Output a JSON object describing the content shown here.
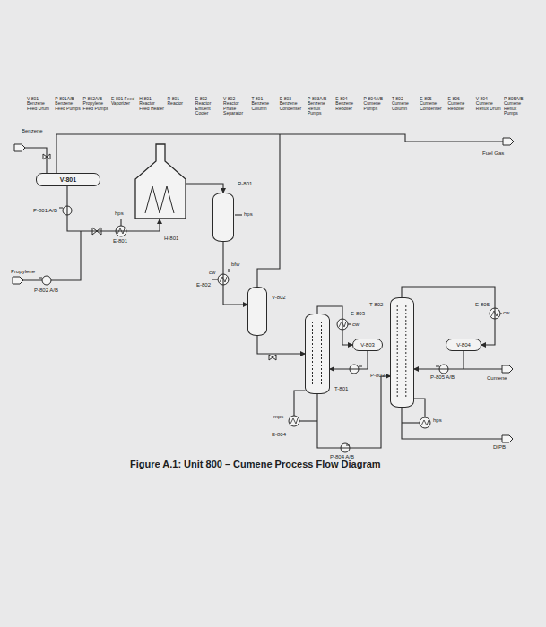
{
  "diagram": {
    "caption": "Figure A.1: Unit 800 – Cumene Process Flow Diagram",
    "nodes": [
      {
        "text": [
          "V-801"
        ]
      },
      {
        "text": [
          "H-801"
        ]
      },
      {
        "text": [
          "R-801"
        ]
      },
      {
        "text": [
          "V-802"
        ]
      },
      {
        "text": [
          "T-801"
        ]
      },
      {
        "text": [
          "V-803"
        ]
      },
      {
        "text": [
          "T-802"
        ]
      },
      {
        "text": [
          "V-804"
        ]
      }
    ],
    "edges": [
      {
        "from": 0,
        "to": 1,
        "arrow": "to"
      },
      {
        "from": 1,
        "to": 2,
        "arrow": "to"
      },
      {
        "from": 2,
        "to": 3,
        "arrow": "to"
      },
      {
        "from": 3,
        "to": 4,
        "arrow": "to"
      },
      {
        "from": 4,
        "to": 5,
        "arrow": "to"
      },
      {
        "from": 5,
        "to": 4,
        "arrow": "to"
      },
      {
        "from": 4,
        "to": 6,
        "arrow": "to"
      },
      {
        "from": 6,
        "to": 7,
        "arrow": "to"
      },
      {
        "from": 7,
        "to": 6,
        "arrow": "to"
      }
    ],
    "labels": [
      "V-801 Benzene Feed Drum",
      "P-801A/B Benzene Feed Pumps",
      "P-802A/B Propylene Feed Pumps",
      "E-801 Feed Vaporizer",
      "H-801 Reactor Feed Heater",
      "R-801 Reactor",
      "E-802 Reactor Effluent Cooler",
      "V-802 Reactor Phase Separator",
      "T-801 Benzene Column",
      "E-803 Benzene Condenser",
      "P-803A/B Benzene Reflux Pumps",
      "E-804 Benzene Reboiler",
      "P-804A/B Cumene Pumps",
      "T-802 Cumene Column",
      "E-805 Cumene Condenser",
      "E-806 Cumene Reboiler",
      "V-804 Cumene Reflux Drum",
      "P-805A/B Cumene Reflux Pumps",
      "Benzene",
      "hps",
      "P-801 A/B",
      "E-801",
      "Propylene",
      "P-802 A/B",
      "hps",
      "bfw",
      "cw",
      "E-802",
      "E-803",
      "cw",
      "P-803 A/B",
      "mps",
      "E-804",
      "P-804 A/B",
      "E-805",
      "cw",
      "P-805 A/B",
      "Cumene",
      "hps",
      "DIPB",
      "Fuel Gas"
    ]
  }
}
